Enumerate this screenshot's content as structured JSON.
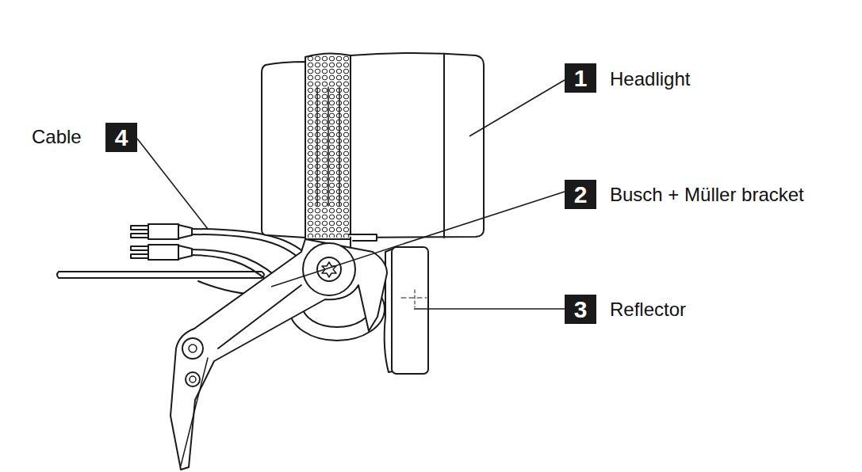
{
  "diagram": {
    "labels": [
      "1",
      "Headlight",
      "Cable",
      "4",
      "2",
      "Busch + Müller bracket",
      "3",
      "Reflector"
    ]
  }
}
